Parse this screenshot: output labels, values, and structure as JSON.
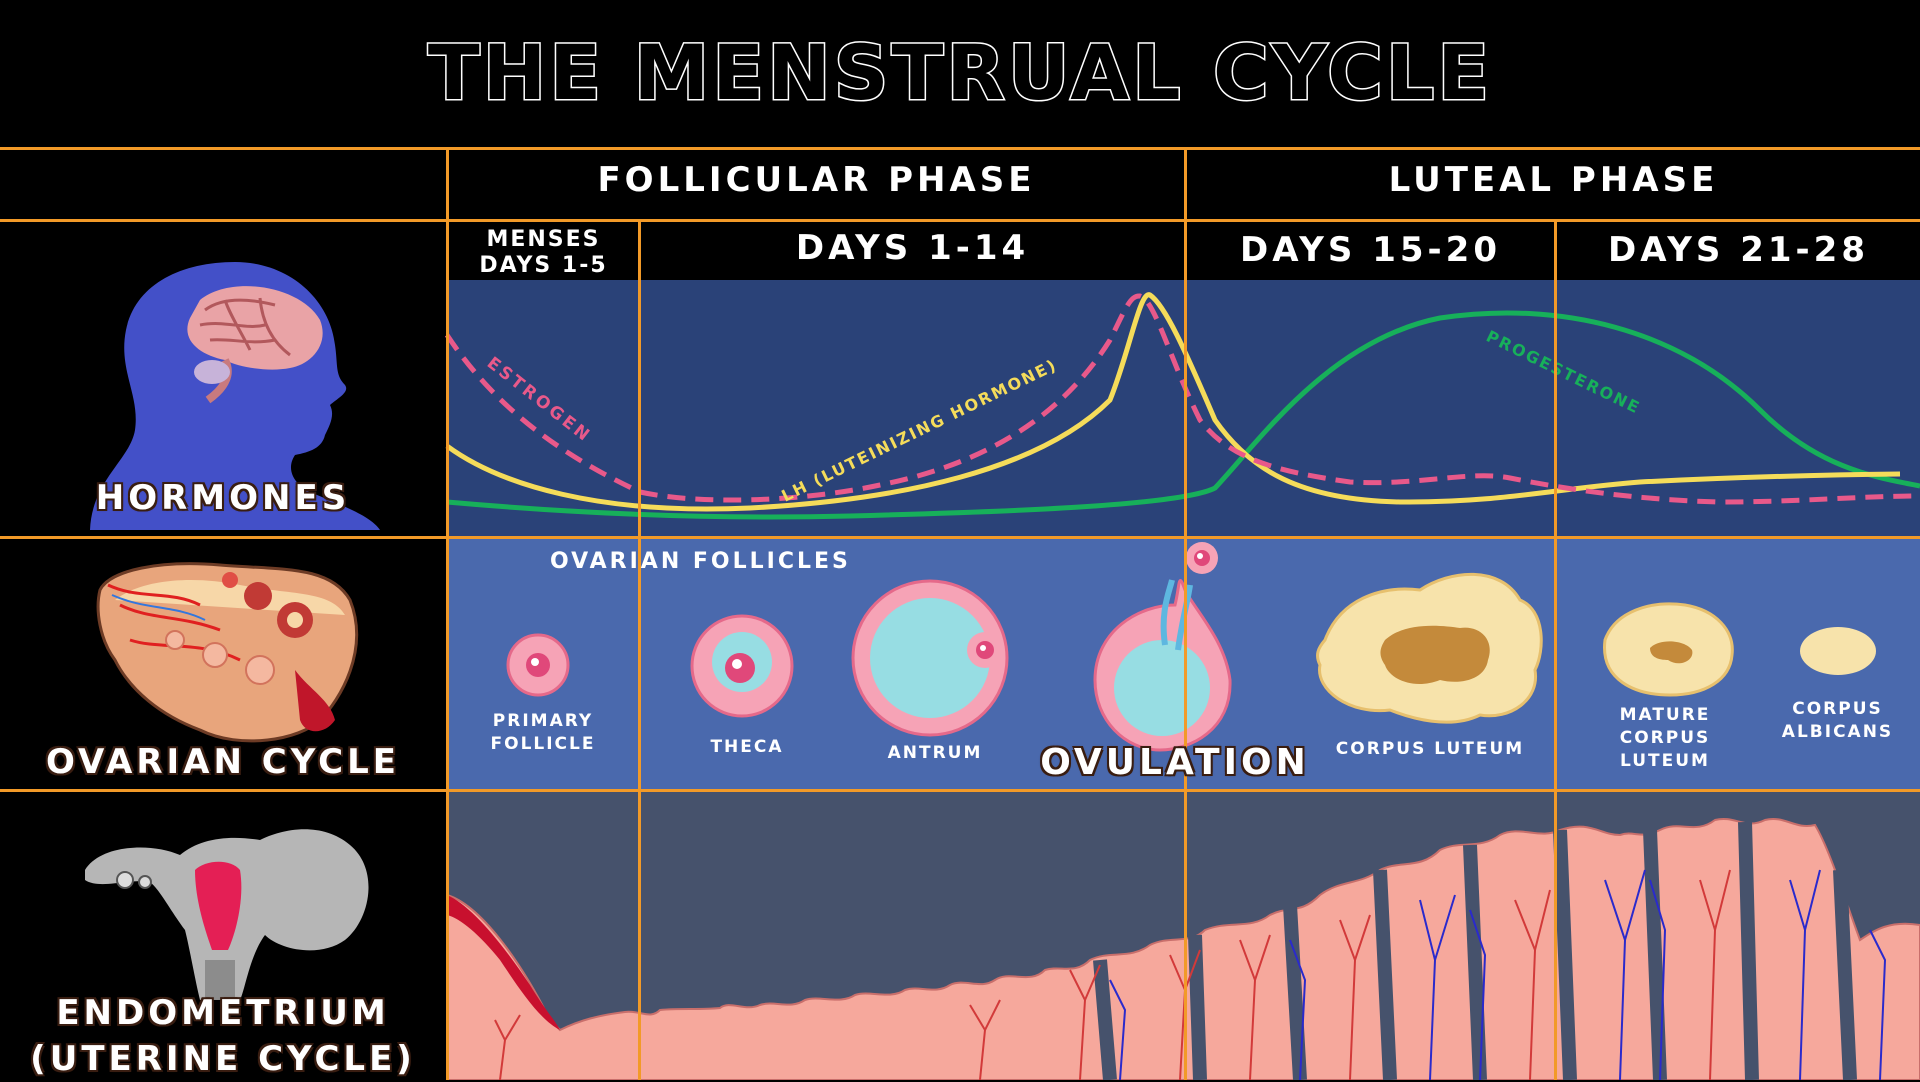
{
  "title": "THE MENSTRUAL CYCLE",
  "phases": {
    "follicular": "FOLLICULAR PHASE",
    "luteal": "LUTEAL PHASE"
  },
  "periods": {
    "menses_line1": "MENSES",
    "menses_line2": "DAYS 1-5",
    "days_1_14": "DAYS 1-14",
    "days_15_20": "DAYS 15-20",
    "days_21_28": "DAYS 21-28"
  },
  "rows": {
    "hormones": "HORMONES",
    "ovarian": "OVARIAN CYCLE",
    "endometrium_line1": "ENDOMETRIUM",
    "endometrium_line2": "(UTERINE CYCLE)"
  },
  "hormones": {
    "estrogen": "ESTROGEN",
    "lh": "LH (LUTEINIZING HORMONE)",
    "progesterone": "PROGESTERONE"
  },
  "ovarian": {
    "section_label": "OVARIAN FOLLICLES",
    "primary_l1": "PRIMARY",
    "primary_l2": "FOLLICLE",
    "theca": "THECA",
    "antrum": "ANTRUM",
    "ovulation": "OVULATION",
    "corpus_luteum": "CORPUS LUTEUM",
    "mature_l1": "MATURE",
    "mature_l2": "CORPUS",
    "mature_l3": "LUTEUM",
    "albicans_l1": "CORPUS",
    "albicans_l2": "ALBICANS"
  },
  "colors": {
    "grid": "#f29a28",
    "hormone_panel": "#2a4278",
    "ovarian_panel": "#4a69ad",
    "endometrium_panel": "#46526c",
    "estrogen": "#e8598a",
    "lh": "#f5dc5a",
    "progesterone": "#17b05a",
    "tissue": "#f6a89c"
  }
}
